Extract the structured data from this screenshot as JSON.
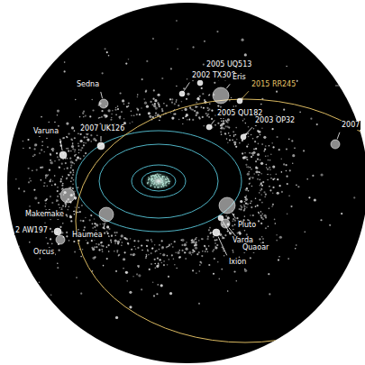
{
  "diagram": {
    "labels": [
      "Sedna",
      "2002 TX300",
      "2005 UQ513",
      "Eris",
      "2015 RR245",
      "Varuna",
      "2007 UK126",
      "2005 QU182",
      "2003 OP32",
      "2007",
      "Makemake",
      "2 AW197",
      "Haumea",
      "Orcus",
      "Pluto",
      "Varda",
      "Quaoar",
      "Ixion"
    ]
  }
}
